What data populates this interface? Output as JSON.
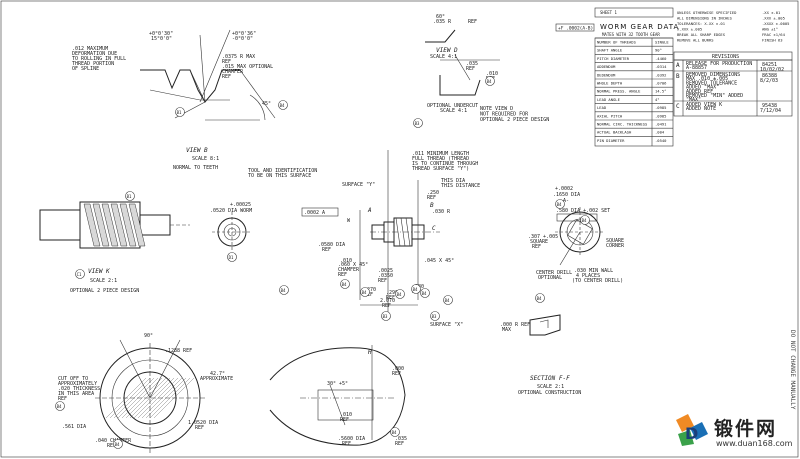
{
  "worm_gear_table": {
    "title": "WORM GEAR DATA",
    "subtitle": "MATES WITH 32 TOOTH GEAR",
    "rows": [
      {
        "label": "NUMBER OF THREADS",
        "value": "SINGLE"
      },
      {
        "label": "SHAFT ANGLE",
        "value": "90°"
      },
      {
        "label": "PITCH DIAMETER",
        "value": ".4460"
      },
      {
        "label": "ADDENDUM",
        "value": ".0314"
      },
      {
        "label": "DEDENDUM",
        "value": ".0392"
      },
      {
        "label": "WHOLE DEPTH",
        "value": ".0706"
      },
      {
        "label": "NORMAL PRESS. ANGLE",
        "value": "14.5°"
      },
      {
        "label": "LEAD ANGLE",
        "value": "4°"
      },
      {
        "label": "LEAD",
        "value": ".0985"
      },
      {
        "label": "AXIAL PITCH",
        "value": ".0985"
      },
      {
        "label": "NORMAL CIRC. THICKNESS",
        "value": ".0491"
      },
      {
        "label": "ACTUAL BACKLASH",
        "value": ".004"
      },
      {
        "label": "PIN DIAMETER",
        "value": ".0540"
      }
    ]
  },
  "flag_note": "+F .0002(A-B)",
  "notes": [
    "UNLESS OTHERWISE SPECIFIED",
    "ALL DIMENSIONS IN INCHES",
    "TOLERANCES: X.XX ±.01",
    "X.XXX ±.005",
    "BREAK ALL SHARP EDGES",
    "REMOVE ALL BURRS"
  ],
  "tolerance_notes": [
    ".XX ±.01",
    ".XXX ±.005",
    ".XXXX ±.0005",
    "ANG ±1°",
    "FRAC ±1/64",
    "FINISH 63"
  ],
  "revisions": {
    "header": "REVISIONS",
    "rows": [
      {
        "rev": "A",
        "text": [
          "RELEASE FOR PRODUCTION",
          "A-88857"
        ],
        "ecn": "84251",
        "date": "10/02/02"
      },
      {
        "rev": "B",
        "text": [
          "REMOVED DIMENSIONS",
          "MAX .010 ±.005",
          "REMOVED TOLERANCE",
          "ADDED \"MAX\"",
          "ADDED REF",
          "REMOVED \"MIN\" ADDED",
          "\"MAX\""
        ],
        "ecn": "86388",
        "date": "8/2/03"
      },
      {
        "rev": "C",
        "text": [
          "ADDED VIEW K",
          "ADDED NOTE"
        ],
        "ecn": "95438",
        "date": "7/12/04"
      }
    ]
  },
  "annotations": {
    "top_left_note": [
      ".012 MAXIMUM",
      "DEFORMATION DUE",
      "TO ROLLING IN FULL",
      "THREAD PORTION",
      "OF SPLINE"
    ],
    "angles_top": [
      "+0°0'30\"",
      "15°0'0\"",
      "+0°0'36\"",
      "-0°0'0\""
    ],
    "chamfer_note": [
      ".0375 R MAX",
      "REF",
      ".015 MAX OPTIONAL",
      "CHAMFER",
      "REF"
    ],
    "angle_45": "45°",
    "view_d_angle": "60°",
    "view_d_r": ".035 R",
    "view_d_label": "VIEW D",
    "view_d_scale": "SCALE 4:1",
    "view_d_ref": "REF",
    "view_d_dims": [
      ".035",
      "REF",
      ".010",
      "REF"
    ],
    "view_d_optional": "OPTIONAL UNDERCUT",
    "view_d_optional2": "SCALE 4:1",
    "note_view_d": [
      "NOTE VIEW D",
      "NOT REQUIRED FOR",
      "OPTIONAL 2 PIECE DESIGN"
    ],
    "view_b_label": "VIEW B",
    "view_b_scale": "SCALE 8:1",
    "view_b_note": "NORMAL TO TEETH",
    "worm_dia": ".0520 DIA WORM",
    "worm_tol": "+.00025",
    "view_k_label": "VIEW K",
    "view_k_scale": "SCALE 2:1",
    "view_k_note": "OPTIONAL 2 PIECE DESIGN",
    "tool_note": [
      "TOOL AND IDENTIFICATION",
      "TO BE ON THIS SURFACE"
    ],
    "min_length_note": [
      ".011 MINIMUM LENGTH",
      "FULL THREAD (THREAD",
      "IS TO CONTINUE THROUGH",
      "THREAD SURFACE \"Y\")"
    ],
    "surface_y": "SURFACE \"Y\"",
    "this_dia": [
      "THIS DIA",
      "THIS DISTANCE"
    ],
    "dim_250": ".250",
    "dim_ref": "REF",
    "r_030": ".030 R",
    "tol_box": ".0002 A",
    "dims_center": [
      ".0580 DIA",
      "REF",
      ".010",
      ".060 X 45°",
      "CHAMFER",
      "REF",
      ".0025",
      ".0350",
      "REF",
      ".380",
      "REF",
      ".045 X 45°",
      ".270",
      "REF",
      ".290",
      "REF"
    ],
    "dim_2070": "2.070",
    "dim_ref2": "REF",
    "surface_x": "SURFACE \"X\"",
    "letter_a": "A",
    "letter_b": "B",
    "letter_c": "C",
    "letter_w": "W",
    "right_tol": [
      "+.0002",
      ".1650 DIA",
      "-A-"
    ],
    "right_dia_label": ".580 DIA +.002 SET",
    "square_note": [
      ".307 +.005",
      "SQUARE",
      "REF"
    ],
    "square_corner": [
      "SQUARE",
      "CORNER"
    ],
    "center_drill": [
      "CENTER DRILL",
      "OPTIONAL"
    ],
    "min_wall": [
      ".030 MIN WALL",
      "4 PLACES",
      "(TO CENTER DRILL)"
    ],
    "small_block": [
      ".000 R REF",
      "MAX"
    ],
    "section_label": "SECTION F-F",
    "section_scale": "SCALE 2:1",
    "section_note": "OPTIONAL CONSTRUCTION",
    "bottom_left": {
      "angle": "90°",
      "note": [
        "CUT OFF TO",
        "APPROXIMATELY",
        ".020 THICKNESS",
        "IN THIS AREA",
        "REF"
      ],
      "dia": ".1288 REF",
      "approx": [
        "42.7°",
        "APPROXIMATE"
      ],
      "dia2": "1.0520 DIA",
      "dia3": "REF",
      "dia4": ".561 DIA",
      "chamfer": ".040 CHAMFER",
      "chamfer_ref": "REF"
    },
    "bottom_center": {
      "label_h": "H",
      "angle": "30° +5°",
      "dims": [
        ".010",
        "REF",
        ".5600 DIA",
        "REF",
        ".035",
        "REF",
        ".000",
        "REF"
      ]
    }
  },
  "balloons": [
    "B1",
    "B2",
    "B3",
    "B4",
    "B5",
    "B6",
    "B7",
    "B8",
    "B9",
    "C1",
    "D1"
  ],
  "side_text": "DO NOT CHANGE MANUALLY",
  "watermark": {
    "cn": "锻件网",
    "url": "www.duan168.com"
  }
}
